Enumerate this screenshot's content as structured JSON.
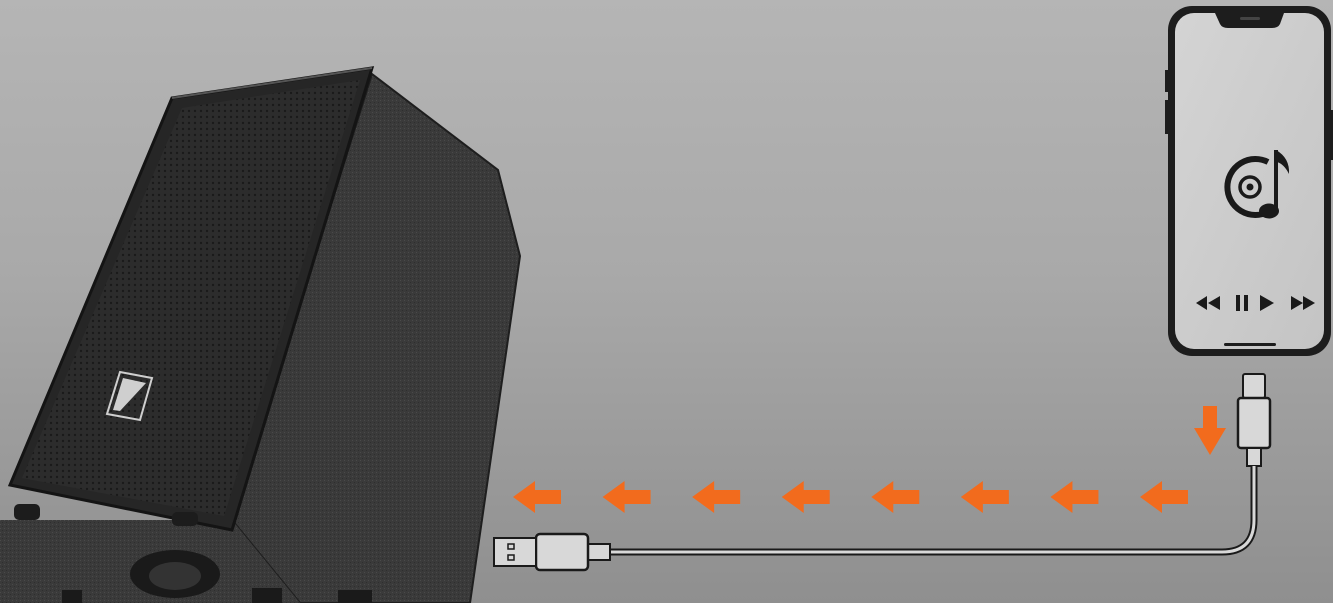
{
  "scene": {
    "subject": "speaker-usb-phone-connection",
    "background_color": "#a8a8a8",
    "accent_color": "#f26b1d"
  },
  "speaker": {
    "logo_icon": "z-logo-icon",
    "body_color": "#2b2b2b"
  },
  "phone": {
    "screen_icons": [
      "music-disc-icon",
      "rewind-icon",
      "pause-icon",
      "play-icon",
      "fast-forward-icon"
    ]
  },
  "cable": {
    "connectors": [
      "usb-a-connector",
      "lightning-connector"
    ],
    "arrows": {
      "count": 8,
      "direction": "left",
      "color": "#f26b1d"
    },
    "down_arrow": {
      "direction": "down",
      "color": "#f26b1d"
    }
  }
}
